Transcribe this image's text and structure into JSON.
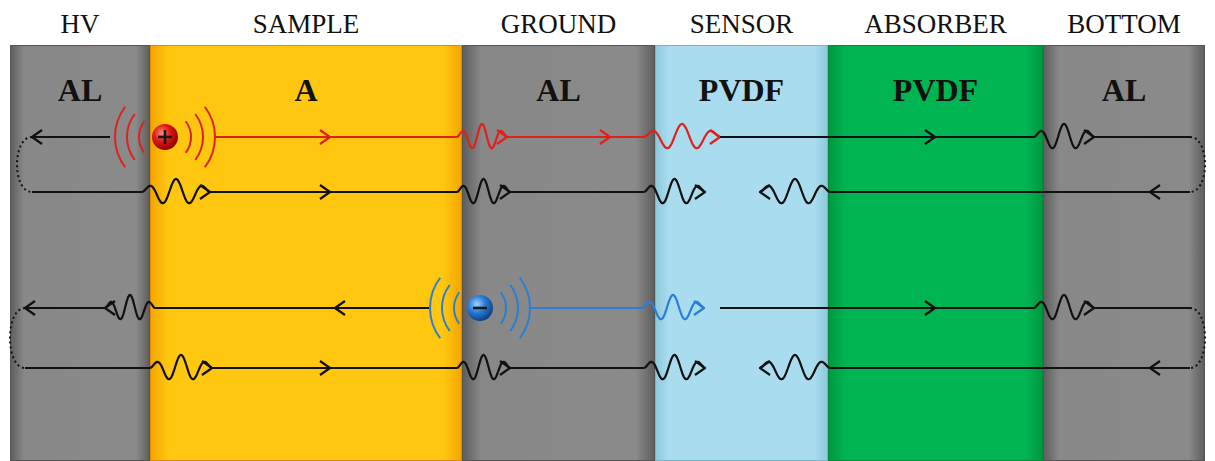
{
  "diagram": {
    "nodes": [
      {
        "text": [
          "HV",
          "AL"
        ]
      },
      {
        "text": [
          "SAMPLE",
          "A"
        ]
      },
      {
        "text": [
          "GROUND",
          "AL"
        ]
      },
      {
        "text": [
          "SENSOR",
          "PVDF"
        ]
      },
      {
        "text": [
          "ABSORBER",
          "PVDF"
        ]
      },
      {
        "text": [
          "BOTTOM",
          "AL"
        ]
      }
    ]
  }
}
